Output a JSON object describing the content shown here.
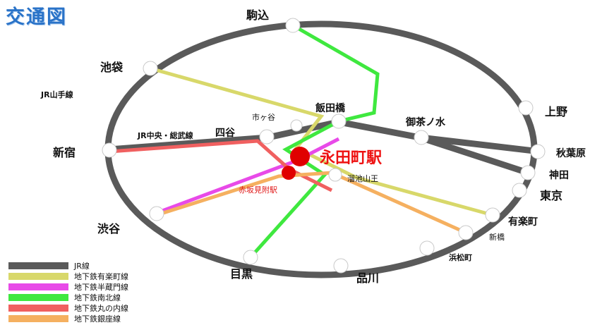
{
  "title": "交通図",
  "jr_yamanote_label": "JR山手線",
  "jr_chuo_label": "JR中央・総武線",
  "main_station": "永田町駅",
  "akasaka_mitsuke": "赤坂見附駅",
  "stations": {
    "komagome": "駒込",
    "ikebukuro": "池袋",
    "ueno": "上野",
    "shinjuku": "新宿",
    "shibuya": "渋谷",
    "meguro": "目黒",
    "shinagawa": "品川",
    "hamamatsucho": "浜松町",
    "shimbashi": "新橋",
    "yurakucho": "有楽町",
    "tokyo": "東京",
    "kanda": "神田",
    "akihabara": "秋葉原",
    "ochanomizu": "御茶ノ水",
    "iidabashi": "飯田橋",
    "ichigaya": "市ヶ谷",
    "yotsuya": "四谷",
    "tameike_sanno": "溜池山王"
  },
  "colors": {
    "jr": "#5a5a5a",
    "yurakucho": "#d8d86a",
    "hanzomon": "#e84ae8",
    "namboku": "#3fe83f",
    "marunouchi": "#f06060",
    "ginza": "#f5b060",
    "station_marker": "#e00000"
  },
  "legend": [
    {
      "label": "JR線",
      "color": "#5a5a5a"
    },
    {
      "label": "地下鉄有楽町線",
      "color": "#d8d86a"
    },
    {
      "label": "地下鉄半蔵門線",
      "color": "#e84ae8"
    },
    {
      "label": "地下鉄南北線",
      "color": "#3fe83f"
    },
    {
      "label": "地下鉄丸の内線",
      "color": "#f06060"
    },
    {
      "label": "地下鉄銀座線",
      "color": "#f5b060"
    }
  ]
}
